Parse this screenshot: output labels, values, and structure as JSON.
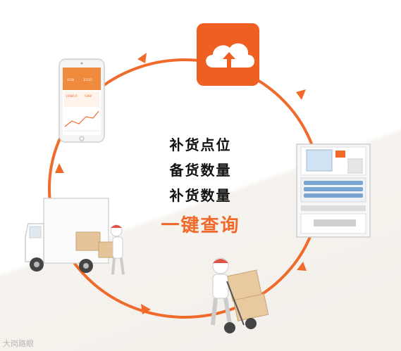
{
  "steps": [
    "补货点位",
    "备货数量",
    "补货数量"
  ],
  "highlight": "一键查询",
  "phone": {
    "v1": "5530",
    "v2": "15115",
    "v3": "12960.0",
    "v4": "5460"
  },
  "watermark": "大岗路眼",
  "colors": {
    "accent": "#ef6a2b",
    "text": "#111111",
    "cloud_bg": "#ef5f22"
  },
  "icons": {
    "cloud": "cloud-upload-icon",
    "phone": "phone-app-icon",
    "truck": "delivery-truck-icon",
    "courier": "courier-handtruck-icon",
    "vending": "vending-machine-icon"
  }
}
